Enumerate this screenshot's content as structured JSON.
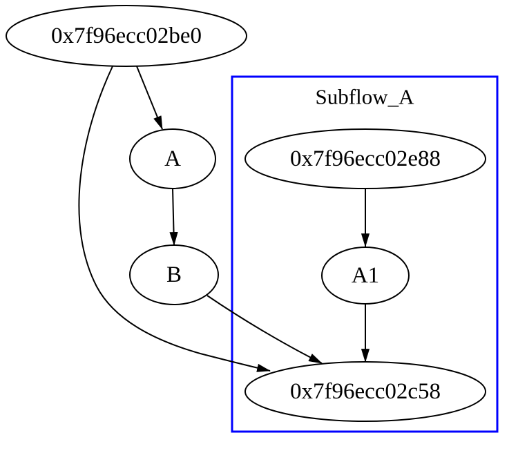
{
  "diagram": {
    "type": "directed-graph",
    "cluster": {
      "label": "Subflow_A",
      "border_color": "#0000ff",
      "member_nodes": [
        "0x7f96ecc02e88",
        "A1",
        "0x7f96ecc02c58"
      ]
    },
    "nodes": {
      "be0": {
        "label": "0x7f96ecc02be0"
      },
      "a": {
        "label": "A"
      },
      "b": {
        "label": "B"
      },
      "e88": {
        "label": "0x7f96ecc02e88"
      },
      "a1": {
        "label": "A1"
      },
      "c58": {
        "label": "0x7f96ecc02c58"
      }
    },
    "edges": [
      {
        "from": "0x7f96ecc02be0",
        "to": "A"
      },
      {
        "from": "0x7f96ecc02be0",
        "to": "0x7f96ecc02c58"
      },
      {
        "from": "A",
        "to": "B"
      },
      {
        "from": "B",
        "to": "0x7f96ecc02c58"
      },
      {
        "from": "0x7f96ecc02e88",
        "to": "A1"
      },
      {
        "from": "A1",
        "to": "0x7f96ecc02c58"
      }
    ],
    "colors": {
      "node_stroke": "#000000",
      "edge_stroke": "#000000",
      "text": "#000000",
      "cluster_border": "#0000ff",
      "background": "#ffffff"
    }
  }
}
